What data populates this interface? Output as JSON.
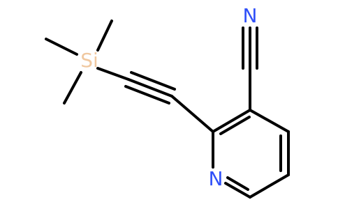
{
  "molecule": {
    "atoms": {
      "nitrile_nitrogen": {
        "symbol": "N",
        "color": "#3050F8"
      },
      "silicon": {
        "symbol": "Si",
        "color": "#F0C8A0"
      },
      "pyridine_nitrogen": {
        "symbol": "N",
        "color": "#3050F8"
      }
    },
    "bond_color": "#000000"
  }
}
